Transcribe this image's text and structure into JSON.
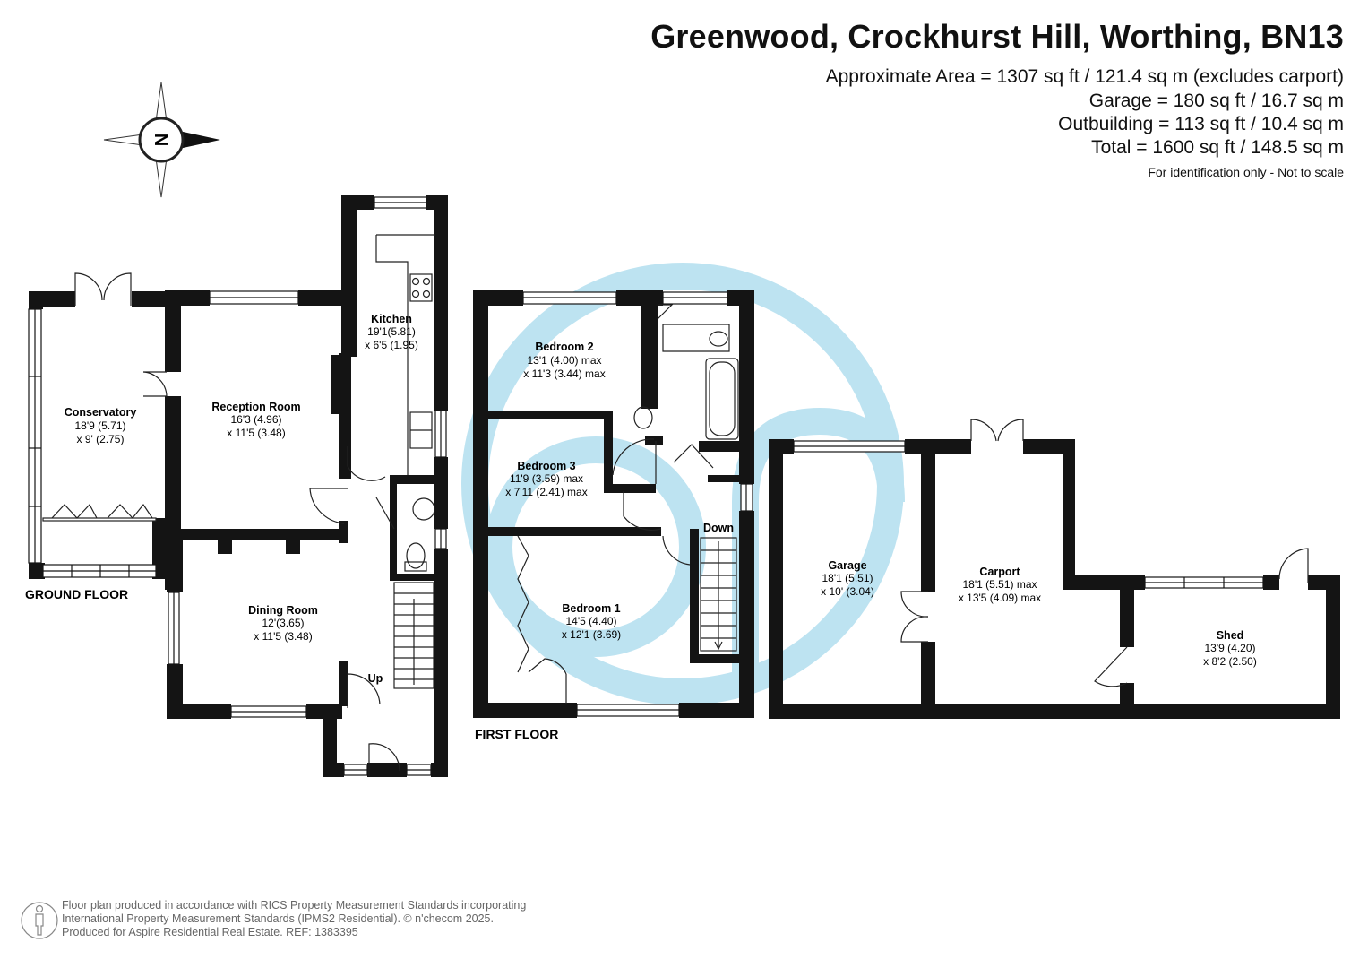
{
  "header": {
    "title": "Greenwood, Crockhurst Hill, Worthing, BN13",
    "areas": [
      "Approximate Area = 1307 sq ft / 121.4 sq m (excludes carport)",
      "Garage = 180 sq ft / 16.7 sq m",
      "Outbuilding = 113 sq ft / 10.4 sq m",
      "Total = 1600 sq ft / 148.5 sq m"
    ],
    "note": "For identification only - Not to scale"
  },
  "compass": {
    "letter": "N",
    "icon": "compass-icon"
  },
  "floors": {
    "ground": "GROUND FLOOR",
    "first": "FIRST FLOOR"
  },
  "stairs": {
    "up": "Up",
    "down": "Down"
  },
  "rooms": {
    "conservatory": {
      "name": "Conservatory",
      "dim1": "18'9 (5.71)",
      "dim2": "x 9' (2.75)"
    },
    "reception": {
      "name": "Reception Room",
      "dim1": "16'3 (4.96)",
      "dim2": "x 11'5 (3.48)"
    },
    "kitchen": {
      "name": "Kitchen",
      "dim1": "19'1(5.81)",
      "dim2": "x 6'5 (1.95)"
    },
    "dining": {
      "name": "Dining Room",
      "dim1": "12'(3.65)",
      "dim2": "x 11'5 (3.48)"
    },
    "bedroom2": {
      "name": "Bedroom 2",
      "dim1": "13'1 (4.00) max",
      "dim2": "x 11'3 (3.44)  max"
    },
    "bedroom3": {
      "name": "Bedroom 3",
      "dim1": "11'9 (3.59) max",
      "dim2": "x 7'11 (2.41) max"
    },
    "bedroom1": {
      "name": "Bedroom 1",
      "dim1": "14'5 (4.40)",
      "dim2": "x 12'1 (3.69)"
    },
    "garage": {
      "name": "Garage",
      "dim1": "18'1 (5.51)",
      "dim2": "x 10' (3.04)"
    },
    "carport": {
      "name": "Carport",
      "dim1": "18'1 (5.51) max",
      "dim2": "x 13'5 (4.09)  max"
    },
    "shed": {
      "name": "Shed",
      "dim1": "13'9 (4.20)",
      "dim2": "x 8'2 (2.50)"
    }
  },
  "footer": {
    "line1": "Floor plan produced in accordance with RICS Property Measurement Standards incorporating",
    "line2": "International Property Measurement Standards (IPMS2 Residential).  © n'checom 2025.",
    "line3": "Produced for Aspire Residential Real Estate.   REF:  1383395",
    "icon": "person-icon"
  },
  "colors": {
    "wall": "#141414",
    "watermark": "#bde3f1"
  }
}
